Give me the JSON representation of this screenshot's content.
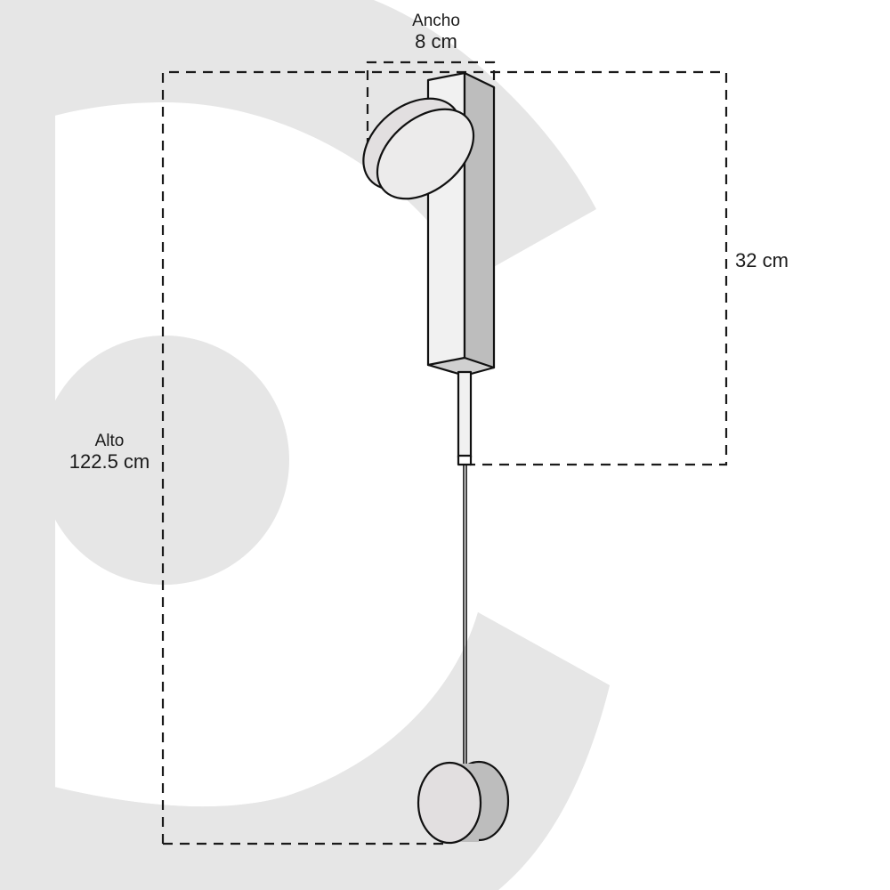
{
  "diagram": {
    "subject": "Wall lamp dimension drawing",
    "dimensions": {
      "width": {
        "caption": "Ancho",
        "value": "8 cm"
      },
      "height": {
        "caption": "Alto",
        "value": "122.5 cm"
      },
      "depth": {
        "caption": "",
        "value": "32 cm"
      }
    },
    "colors": {
      "background": "#ffffff",
      "watermark": "#e6e6e6",
      "outline": "#111111",
      "face_light": "#e2dfe0",
      "face_mid": "#f1f1f1",
      "face_shadow": "#bdbdbd",
      "dimension_line": "#1a1a1a"
    }
  }
}
